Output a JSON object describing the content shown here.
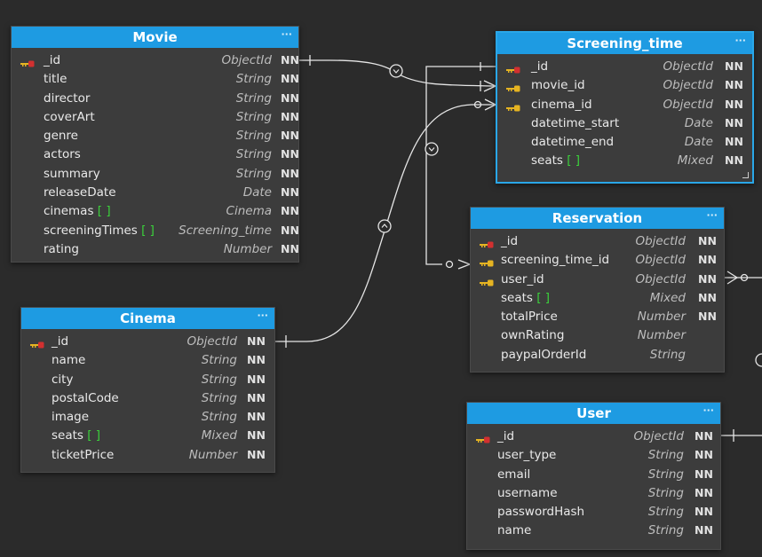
{
  "entities": {
    "movie": {
      "title": "Movie",
      "columns": [
        {
          "name": "_id",
          "array": false,
          "type": "ObjectId",
          "nn": "NN",
          "key": "pk"
        },
        {
          "name": "title",
          "array": false,
          "type": "String",
          "nn": "NN",
          "key": ""
        },
        {
          "name": "director",
          "array": false,
          "type": "String",
          "nn": "NN",
          "key": ""
        },
        {
          "name": "coverArt",
          "array": false,
          "type": "String",
          "nn": "NN",
          "key": ""
        },
        {
          "name": "genre",
          "array": false,
          "type": "String",
          "nn": "NN",
          "key": ""
        },
        {
          "name": "actors",
          "array": false,
          "type": "String",
          "nn": "NN",
          "key": ""
        },
        {
          "name": "summary",
          "array": false,
          "type": "String",
          "nn": "NN",
          "key": ""
        },
        {
          "name": "releaseDate",
          "array": false,
          "type": "Date",
          "nn": "NN",
          "key": ""
        },
        {
          "name": "cinemas",
          "array": true,
          "type": "Cinema",
          "nn": "NN",
          "key": ""
        },
        {
          "name": "screeningTimes",
          "array": true,
          "type": "Screening_time",
          "nn": "NN",
          "key": ""
        },
        {
          "name": "rating",
          "array": false,
          "type": "Number",
          "nn": "NN",
          "key": ""
        }
      ]
    },
    "screening_time": {
      "title": "Screening_time",
      "columns": [
        {
          "name": "_id",
          "array": false,
          "type": "ObjectId",
          "nn": "NN",
          "key": "pk"
        },
        {
          "name": "movie_id",
          "array": false,
          "type": "ObjectId",
          "nn": "NN",
          "key": "fk"
        },
        {
          "name": "cinema_id",
          "array": false,
          "type": "ObjectId",
          "nn": "NN",
          "key": "fk"
        },
        {
          "name": "datetime_start",
          "array": false,
          "type": "Date",
          "nn": "NN",
          "key": ""
        },
        {
          "name": "datetime_end",
          "array": false,
          "type": "Date",
          "nn": "NN",
          "key": ""
        },
        {
          "name": "seats",
          "array": true,
          "type": "Mixed",
          "nn": "NN",
          "key": ""
        }
      ]
    },
    "reservation": {
      "title": "Reservation",
      "columns": [
        {
          "name": "_id",
          "array": false,
          "type": "ObjectId",
          "nn": "NN",
          "key": "pk"
        },
        {
          "name": "screening_time_id",
          "array": false,
          "type": "ObjectId",
          "nn": "NN",
          "key": "fk"
        },
        {
          "name": "user_id",
          "array": false,
          "type": "ObjectId",
          "nn": "NN",
          "key": "fk"
        },
        {
          "name": "seats",
          "array": true,
          "type": "Mixed",
          "nn": "NN",
          "key": ""
        },
        {
          "name": "totalPrice",
          "array": false,
          "type": "Number",
          "nn": "NN",
          "key": ""
        },
        {
          "name": "ownRating",
          "array": false,
          "type": "Number",
          "nn": "",
          "key": ""
        },
        {
          "name": "paypalOrderId",
          "array": false,
          "type": "String",
          "nn": "",
          "key": ""
        }
      ]
    },
    "cinema": {
      "title": "Cinema",
      "columns": [
        {
          "name": "_id",
          "array": false,
          "type": "ObjectId",
          "nn": "NN",
          "key": "pk"
        },
        {
          "name": "name",
          "array": false,
          "type": "String",
          "nn": "NN",
          "key": ""
        },
        {
          "name": "city",
          "array": false,
          "type": "String",
          "nn": "NN",
          "key": ""
        },
        {
          "name": "postalCode",
          "array": false,
          "type": "String",
          "nn": "NN",
          "key": ""
        },
        {
          "name": "image",
          "array": false,
          "type": "String",
          "nn": "NN",
          "key": ""
        },
        {
          "name": "seats",
          "array": true,
          "type": "Mixed",
          "nn": "NN",
          "key": ""
        },
        {
          "name": "ticketPrice",
          "array": false,
          "type": "Number",
          "nn": "NN",
          "key": ""
        }
      ]
    },
    "user": {
      "title": "User",
      "columns": [
        {
          "name": "_id",
          "array": false,
          "type": "ObjectId",
          "nn": "NN",
          "key": "pk"
        },
        {
          "name": "user_type",
          "array": false,
          "type": "String",
          "nn": "NN",
          "key": ""
        },
        {
          "name": "email",
          "array": false,
          "type": "String",
          "nn": "NN",
          "key": ""
        },
        {
          "name": "username",
          "array": false,
          "type": "String",
          "nn": "NN",
          "key": ""
        },
        {
          "name": "passwordHash",
          "array": false,
          "type": "String",
          "nn": "NN",
          "key": ""
        },
        {
          "name": "name",
          "array": false,
          "type": "String",
          "nn": "NN",
          "key": ""
        }
      ]
    }
  },
  "array_marker": "[ ]",
  "menu_glyph": "···",
  "colors": {
    "background": "#2b2b2b",
    "header": "#1e9be2",
    "selected_border": "#2aa7e8",
    "array_marker": "#3bd13b",
    "pk_key": "#d23030",
    "fk_key": "#e6b422",
    "line": "#e6e6e6"
  }
}
